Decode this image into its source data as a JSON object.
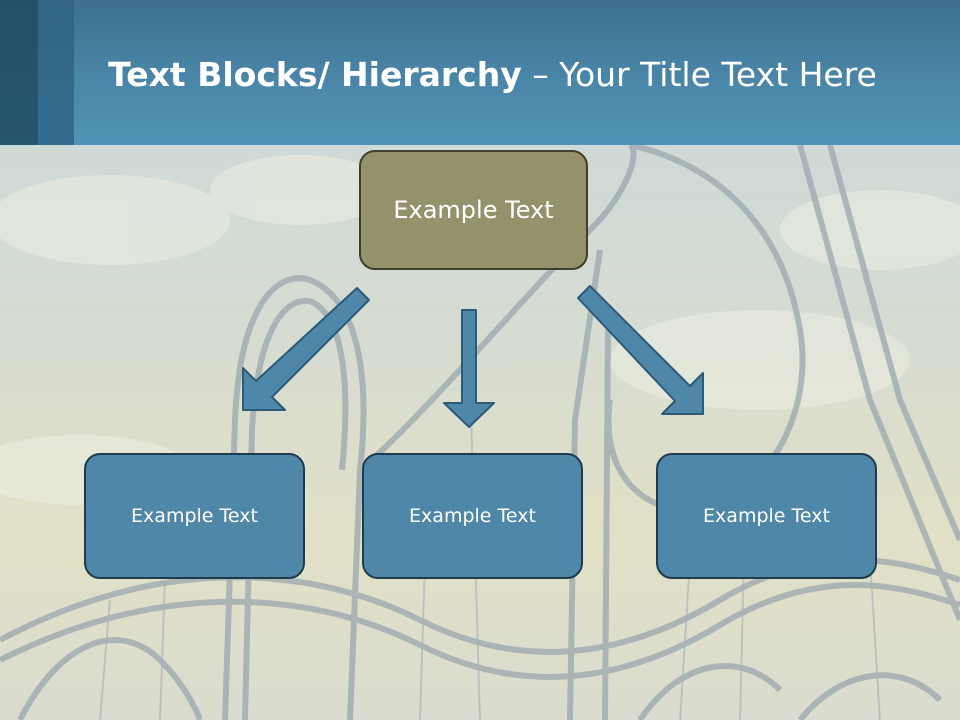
{
  "slide": {
    "title_bold": "Text Blocks/ Hierarchy",
    "title_rest": " – Your Title Text Here",
    "colors": {
      "header": "#4a86a8",
      "top_box": "#94926a",
      "child_box": "#4f87a8",
      "arrow": "#4f87a8"
    }
  },
  "hierarchy": {
    "root": {
      "label": "Example Text"
    },
    "children": [
      {
        "label": "Example Text"
      },
      {
        "label": "Example Text"
      },
      {
        "label": "Example Text"
      }
    ]
  }
}
